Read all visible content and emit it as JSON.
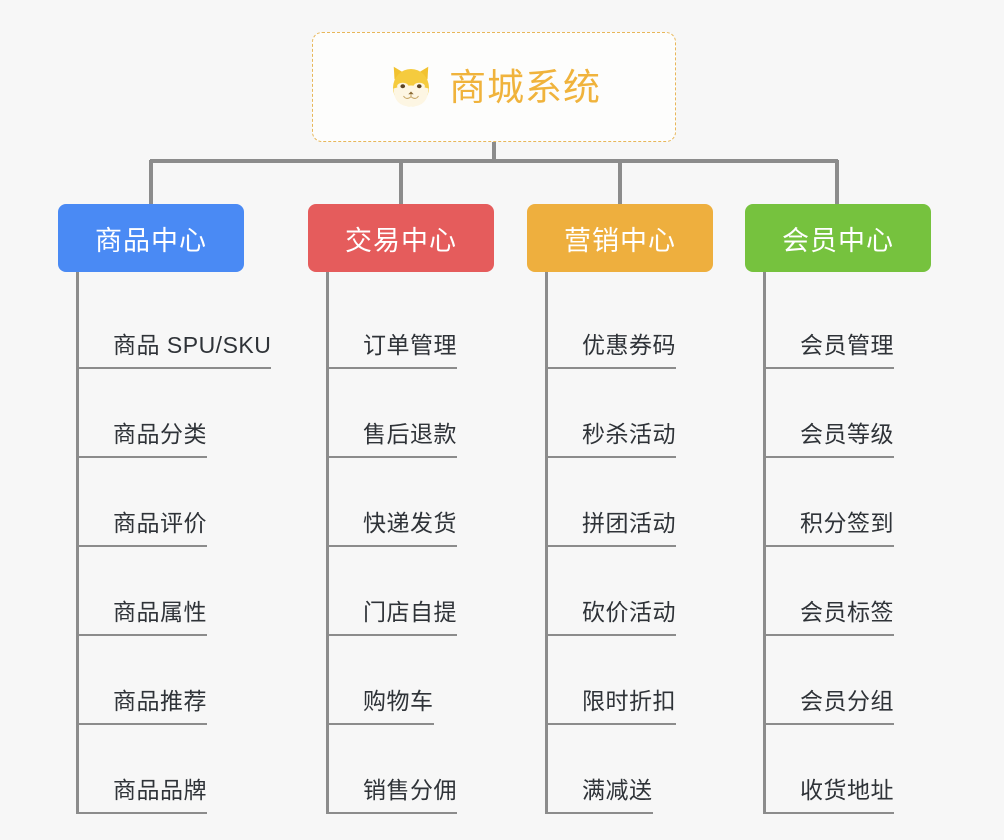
{
  "diagram": {
    "type": "mindmap",
    "background_color": "#f7f7f7",
    "root": {
      "title": "商城系统",
      "icon": "shiba-dog-face-icon",
      "text_color": "#f0b33c",
      "border_color": "#e8b75a",
      "background_color": "#fdfdfc",
      "border_style": "dashed"
    },
    "connector_color": "#8c8c8c",
    "categories": [
      {
        "label": "商品中心",
        "color": "#4a8af4",
        "width": 186,
        "items": [
          {
            "label": "商品 SPU/SKU"
          },
          {
            "label": "商品分类"
          },
          {
            "label": "商品评价"
          },
          {
            "label": "商品属性"
          },
          {
            "label": "商品推荐"
          },
          {
            "label": "商品品牌"
          }
        ]
      },
      {
        "label": "交易中心",
        "color": "#e55c5c",
        "width": 186,
        "items": [
          {
            "label": "订单管理"
          },
          {
            "label": "售后退款"
          },
          {
            "label": "快递发货"
          },
          {
            "label": "门店自提"
          },
          {
            "label": "购物车"
          },
          {
            "label": "销售分佣"
          }
        ]
      },
      {
        "label": "营销中心",
        "color": "#eeaf3e",
        "width": 186,
        "items": [
          {
            "label": "优惠券码"
          },
          {
            "label": "秒杀活动"
          },
          {
            "label": "拼团活动"
          },
          {
            "label": "砍价活动"
          },
          {
            "label": "限时折扣"
          },
          {
            "label": "满减送"
          }
        ]
      },
      {
        "label": "会员中心",
        "color": "#76c23e",
        "width": 186,
        "items": [
          {
            "label": "会员管理"
          },
          {
            "label": "会员等级"
          },
          {
            "label": "积分签到"
          },
          {
            "label": "会员标签"
          },
          {
            "label": "会员分组"
          },
          {
            "label": "收货地址"
          }
        ]
      }
    ]
  }
}
